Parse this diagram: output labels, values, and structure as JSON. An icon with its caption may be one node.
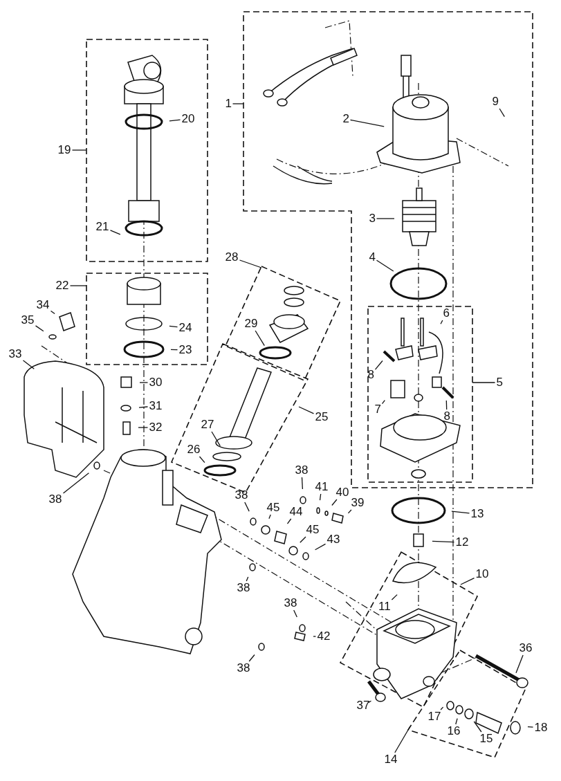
{
  "diagram": {
    "nodes": [
      {
        "text": [
          "1"
        ]
      },
      {
        "text": [
          "2"
        ]
      },
      {
        "text": [
          "3"
        ]
      },
      {
        "text": [
          "4"
        ]
      },
      {
        "text": [
          "5"
        ]
      },
      {
        "text": [
          "6"
        ]
      },
      {
        "text": [
          "7"
        ]
      },
      {
        "text": [
          "8"
        ]
      },
      {
        "text": [
          "8"
        ]
      },
      {
        "text": [
          "9"
        ]
      },
      {
        "text": [
          "10"
        ]
      },
      {
        "text": [
          "11"
        ]
      },
      {
        "text": [
          "12"
        ]
      },
      {
        "text": [
          "13"
        ]
      },
      {
        "text": [
          "14"
        ]
      },
      {
        "text": [
          "15"
        ]
      },
      {
        "text": [
          "16"
        ]
      },
      {
        "text": [
          "17"
        ]
      },
      {
        "text": [
          "18"
        ]
      },
      {
        "text": [
          "19"
        ]
      },
      {
        "text": [
          "20"
        ]
      },
      {
        "text": [
          "21"
        ]
      },
      {
        "text": [
          "22"
        ]
      },
      {
        "text": [
          "23"
        ]
      },
      {
        "text": [
          "24"
        ]
      },
      {
        "text": [
          "25"
        ]
      },
      {
        "text": [
          "26"
        ]
      },
      {
        "text": [
          "27"
        ]
      },
      {
        "text": [
          "28"
        ]
      },
      {
        "text": [
          "29"
        ]
      },
      {
        "text": [
          "30"
        ]
      },
      {
        "text": [
          "31"
        ]
      },
      {
        "text": [
          "32"
        ]
      },
      {
        "text": [
          "33"
        ]
      },
      {
        "text": [
          "34"
        ]
      },
      {
        "text": [
          "35"
        ]
      },
      {
        "text": [
          "36"
        ]
      },
      {
        "text": [
          "37"
        ]
      },
      {
        "text": [
          "38"
        ]
      },
      {
        "text": [
          "38"
        ]
      },
      {
        "text": [
          "38"
        ]
      },
      {
        "text": [
          "38"
        ]
      },
      {
        "text": [
          "38"
        ]
      },
      {
        "text": [
          "38"
        ]
      },
      {
        "text": [
          "39"
        ]
      },
      {
        "text": [
          "40"
        ]
      },
      {
        "text": [
          "41"
        ]
      },
      {
        "text": [
          "42"
        ]
      },
      {
        "text": [
          "43"
        ]
      },
      {
        "text": [
          "44"
        ]
      },
      {
        "text": [
          "45"
        ]
      },
      {
        "text": [
          "45"
        ]
      }
    ],
    "edges": [
      {
        "from": 0,
        "to": null,
        "arrow": "none"
      },
      {
        "from": 1,
        "to": null,
        "arrow": "none"
      },
      {
        "from": 2,
        "to": null,
        "arrow": "none"
      },
      {
        "from": 3,
        "to": null,
        "arrow": "none"
      },
      {
        "from": 4,
        "to": null,
        "arrow": "none"
      },
      {
        "from": 5,
        "to": null,
        "arrow": "none"
      },
      {
        "from": 6,
        "to": null,
        "arrow": "none"
      },
      {
        "from": 7,
        "to": null,
        "arrow": "none"
      },
      {
        "from": 8,
        "to": null,
        "arrow": "none"
      },
      {
        "from": 9,
        "to": null,
        "arrow": "none"
      },
      {
        "from": 10,
        "to": null,
        "arrow": "none"
      },
      {
        "from": 11,
        "to": null,
        "arrow": "none"
      },
      {
        "from": 12,
        "to": null,
        "arrow": "none"
      },
      {
        "from": 13,
        "to": null,
        "arrow": "none"
      },
      {
        "from": 14,
        "to": null,
        "arrow": "none"
      },
      {
        "from": 15,
        "to": null,
        "arrow": "none"
      },
      {
        "from": 16,
        "to": null,
        "arrow": "none"
      },
      {
        "from": 17,
        "to": null,
        "arrow": "none"
      },
      {
        "from": 18,
        "to": null,
        "arrow": "none"
      },
      {
        "from": 19,
        "to": null,
        "arrow": "none"
      },
      {
        "from": 20,
        "to": null,
        "arrow": "none"
      },
      {
        "from": 21,
        "to": null,
        "arrow": "none"
      },
      {
        "from": 22,
        "to": null,
        "arrow": "none"
      },
      {
        "from": 23,
        "to": null,
        "arrow": "none"
      },
      {
        "from": 24,
        "to": null,
        "arrow": "none"
      },
      {
        "from": 25,
        "to": null,
        "arrow": "none"
      },
      {
        "from": 26,
        "to": null,
        "arrow": "none"
      },
      {
        "from": 27,
        "to": null,
        "arrow": "none"
      },
      {
        "from": 28,
        "to": null,
        "arrow": "none"
      },
      {
        "from": 29,
        "to": null,
        "arrow": "none"
      },
      {
        "from": 30,
        "to": null,
        "arrow": "none"
      },
      {
        "from": 31,
        "to": null,
        "arrow": "none"
      },
      {
        "from": 32,
        "to": null,
        "arrow": "none"
      },
      {
        "from": 33,
        "to": null,
        "arrow": "none"
      },
      {
        "from": 34,
        "to": null,
        "arrow": "none"
      },
      {
        "from": 35,
        "to": null,
        "arrow": "none"
      },
      {
        "from": 36,
        "to": null,
        "arrow": "none"
      },
      {
        "from": 37,
        "to": null,
        "arrow": "none"
      },
      {
        "from": 38,
        "to": null,
        "arrow": "none"
      },
      {
        "from": 39,
        "to": null,
        "arrow": "none"
      },
      {
        "from": 40,
        "to": null,
        "arrow": "none"
      },
      {
        "from": 41,
        "to": null,
        "arrow": "none"
      },
      {
        "from": 42,
        "to": null,
        "arrow": "none"
      },
      {
        "from": 43,
        "to": null,
        "arrow": "none"
      },
      {
        "from": 44,
        "to": null,
        "arrow": "none"
      },
      {
        "from": 45,
        "to": null,
        "arrow": "none"
      },
      {
        "from": 46,
        "to": null,
        "arrow": "none"
      },
      {
        "from": 47,
        "to": null,
        "arrow": "none"
      },
      {
        "from": 48,
        "to": null,
        "arrow": "none"
      },
      {
        "from": 49,
        "to": null,
        "arrow": "none"
      },
      {
        "from": 50,
        "to": null,
        "arrow": "none"
      },
      {
        "from": 51,
        "to": null,
        "arrow": "none"
      }
    ]
  }
}
